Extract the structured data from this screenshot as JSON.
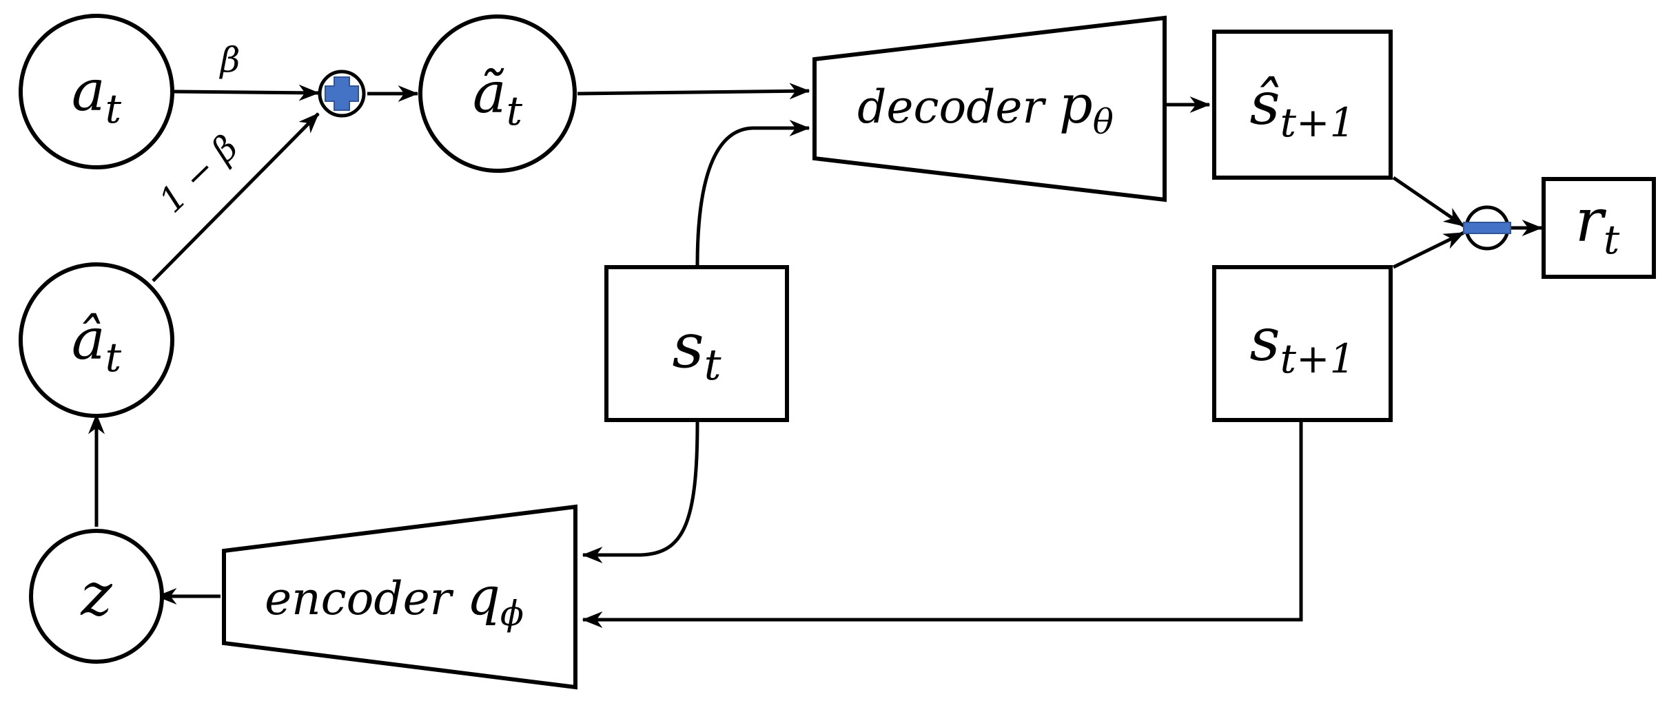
{
  "nodes": {
    "a_t": {
      "base": "a",
      "sub": "t"
    },
    "a_hat": {
      "base": "â",
      "sub": "t"
    },
    "a_tilde": {
      "base": "ã",
      "sub": "t"
    },
    "z": {
      "base": "z"
    },
    "s_t": {
      "base": "s",
      "sub": "t"
    },
    "s_next": {
      "base": "s",
      "sub": "t+1"
    },
    "s_hat_next": {
      "base": "ŝ",
      "sub": "t+1"
    },
    "r_t": {
      "base": "r",
      "sub": "t"
    },
    "decoder": {
      "word": "decoder",
      "symbol": "p",
      "sub": "θ"
    },
    "encoder": {
      "word": "encoder",
      "symbol": "q",
      "sub": "ϕ"
    }
  },
  "edge_labels": {
    "beta": "β",
    "one_minus_beta": "1 − β"
  },
  "operators": {
    "sum": "plus",
    "difference": "minus"
  },
  "colors": {
    "operator_fill": "#4472C4",
    "stroke": "#000000",
    "background": "#ffffff"
  }
}
